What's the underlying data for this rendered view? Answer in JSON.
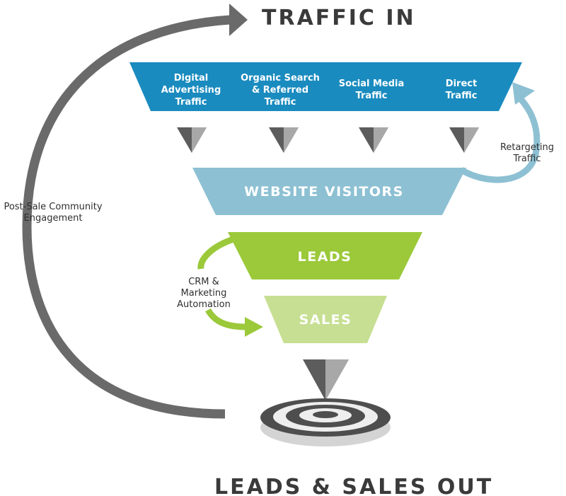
{
  "title_top": "TRAFFIC IN",
  "title_bottom": "LEADS & SALES OUT",
  "sources": [
    {
      "lines": [
        "Digital",
        "Advertising",
        "Traffic"
      ]
    },
    {
      "lines": [
        "Organic Search",
        "& Referred",
        "Traffic"
      ]
    },
    {
      "lines": [
        "Social Media",
        "Traffic"
      ]
    },
    {
      "lines": [
        "Direct",
        "Traffic"
      ]
    }
  ],
  "stages": {
    "visitors": "WEBSITE VISITORS",
    "leads": "LEADS",
    "sales": "SALES"
  },
  "side_labels": {
    "post_sale": [
      "Post-Sale Community",
      "Engagement"
    ],
    "retargeting": [
      "Retargeting",
      "Traffic"
    ],
    "crm": [
      "CRM &",
      "Marketing",
      "Automation"
    ]
  },
  "colors": {
    "sources_band": "#1a8bbf",
    "visitors": "#8dc0d3",
    "leads": "#9bc93a",
    "sales": "#c6df92",
    "loop_arrow": "#6a6a6a",
    "retarget_arrow": "#8dc0d3",
    "crm_arrow": "#9bc93a"
  },
  "icons": {
    "loop": "loop-arrow-icon",
    "retarget": "retarget-arrow-icon",
    "crm": "crm-arrow-icon",
    "target": "target-icon",
    "funnel_marker": "triangle-down-icon"
  }
}
